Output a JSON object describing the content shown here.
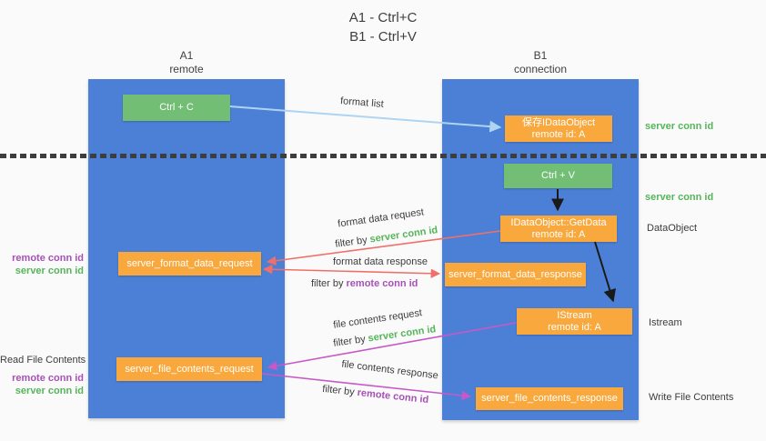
{
  "title": {
    "line1": "A1 - Ctrl+C",
    "line2": "B1 - Ctrl+V"
  },
  "columns": {
    "left": {
      "label": "A1",
      "sublabel": "remote"
    },
    "right": {
      "label": "B1",
      "sublabel": "connection"
    }
  },
  "left_column_nodes": {
    "ctrl_c": "Ctrl + C",
    "server_format_data_request": "server_format_data_request",
    "server_file_contents_request": "server_file_contents_request"
  },
  "right_column_nodes": {
    "save_idataobject": {
      "title": "保存IDataObject",
      "subtitle": "remote id: A"
    },
    "ctrl_v": "Ctrl + V",
    "idataobject_getdata": {
      "title": "IDataObject::GetData",
      "subtitle": "remote id: A"
    },
    "server_format_data_response": "server_format_data_response",
    "istream": {
      "title": "IStream",
      "subtitle": "remote id: A"
    },
    "server_file_contents_response": "server_file_contents_response"
  },
  "arrow_labels": {
    "format_list": "format list",
    "format_data_request": "format data request",
    "format_data_response": "format data response",
    "file_contents_request": "file contents request",
    "file_contents_response": "file contents response",
    "filter_by": "filter by",
    "server_conn_id": "server conn id",
    "remote_conn_id": "remote conn id"
  },
  "side_labels": {
    "server_conn_id": "server conn id",
    "remote_conn_id": "remote conn id",
    "dataobject": "DataObject",
    "istream": "Istream",
    "read_file_contents": "Read File Contents",
    "write_file_contents": "Write File Contents"
  },
  "colors": {
    "column_blue": "#4c80d6",
    "box_green": "#71be74",
    "box_orange": "#f8a83d",
    "green_text": "#55b55a",
    "purple_text": "#a850b8",
    "red_arrow": "#f07069",
    "magenta_arrow": "#c858c8",
    "light_blue_arrow": "#aed4f2",
    "black_arrow": "#1a1a1a"
  }
}
